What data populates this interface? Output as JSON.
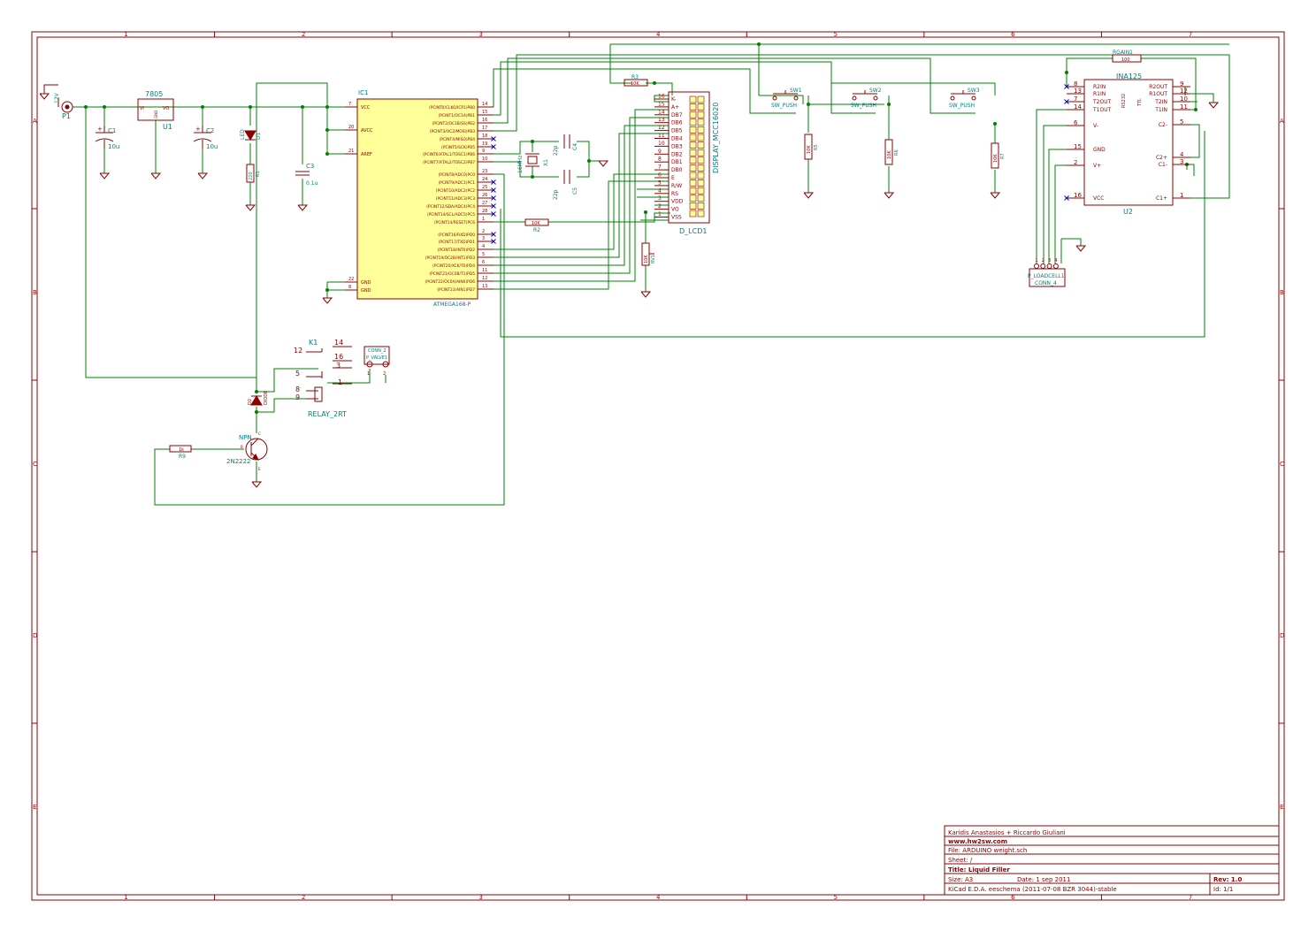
{
  "colors": {
    "frame": "#8b0000",
    "wire": "#008000",
    "component": "#8b0000",
    "component_fill": "#ffff99",
    "pin_text": "#8b0000",
    "ref_text": "#008080",
    "noconnect": "#0000cc"
  },
  "frame": {
    "columns": [
      "1",
      "2",
      "3",
      "4",
      "5",
      "6",
      "7"
    ],
    "rows": [
      "A",
      "B",
      "C",
      "D",
      "E"
    ]
  },
  "title_block": {
    "author": "Karidis Anastasios + Riccardo Giuliani",
    "website": "www.hw2sw.com",
    "file": "File: ARDUINO weight.sch",
    "sheet": "Sheet: /",
    "title": "Title: Liquid Filler",
    "size": "Size: A3",
    "date": "Date: 1 sep 2011",
    "rev": "Rev: 1.0",
    "tool": "KiCad E.D.A.  eeschema (2011-07-08 BZR 3044)-stable",
    "id": "Id: 1/1"
  },
  "components": {
    "p1": {
      "ref": "P1",
      "value": "12V"
    },
    "u1": {
      "ref": "U1",
      "value": "7805",
      "pin_vi": "VI",
      "pin_gnd": "GND",
      "pin_vo": "VO"
    },
    "c1": {
      "ref": "C1",
      "value": "10u"
    },
    "c2": {
      "ref": "C2",
      "value": "10u"
    },
    "d1": {
      "ref": "D1",
      "value": "LED"
    },
    "r1": {
      "ref": "R1",
      "value": "220"
    },
    "c3": {
      "ref": "C3",
      "value": "0.1u"
    },
    "ic1": {
      "ref": "IC1",
      "value": "ATMEGA168-P",
      "left_pins": [
        {
          "num": "7",
          "name": "VCC"
        },
        {
          "num": "20",
          "name": "AVCC"
        },
        {
          "num": "21",
          "name": "AREF"
        },
        {
          "num": "22",
          "name": "GND"
        },
        {
          "num": "8",
          "name": "GND"
        }
      ],
      "right_pins": [
        {
          "num": "14",
          "name": "(PCINT0/CLKO/ICP1)PB0"
        },
        {
          "num": "15",
          "name": "(PCINT1/OC1A)PB1"
        },
        {
          "num": "16",
          "name": "(PCINT2/OC1B/SS)PB2"
        },
        {
          "num": "17",
          "name": "(PCINT3/OC2/MOSI)PB3"
        },
        {
          "num": "18",
          "name": "(PCINT4/MISO)PB4"
        },
        {
          "num": "19",
          "name": "(PCINT5/SCK)PB5"
        },
        {
          "num": "9",
          "name": "(PCINT6/XTAL1/TOSC1)PB6"
        },
        {
          "num": "10",
          "name": "(PCINT7/XTAL2/TOSC2)PB7"
        },
        {
          "num": "23",
          "name": "(PCINT8/ADC0)PC0"
        },
        {
          "num": "24",
          "name": "(PCINT9/ADC1)PC1"
        },
        {
          "num": "25",
          "name": "(PCINT10/ADC2)PC2"
        },
        {
          "num": "26",
          "name": "(PCINT11/ADC3)PC3"
        },
        {
          "num": "27",
          "name": "(PCINT12/SDA/ADC4)PC4"
        },
        {
          "num": "28",
          "name": "(PCINT14/SCL/ADC5)PC5"
        },
        {
          "num": "1",
          "name": "(PCINT14/RESET)PC6"
        },
        {
          "num": "2",
          "name": "(PCINT16/RXD)PD0"
        },
        {
          "num": "3",
          "name": "(PCINT17/TXD)PD1"
        },
        {
          "num": "4",
          "name": "(PCINT18/INT0)PD2"
        },
        {
          "num": "5",
          "name": "(PCINT19/OC2B/INT1)PD3"
        },
        {
          "num": "6",
          "name": "(PCINT20/XCK/T0)PD4"
        },
        {
          "num": "11",
          "name": "(PCINT21/OC0B/T1)PD5"
        },
        {
          "num": "12",
          "name": "(PCINT22/OC0A/AIN0)PD6"
        },
        {
          "num": "13",
          "name": "(PCINT23/AIN1)PD7"
        }
      ]
    },
    "x1": {
      "ref": "X1",
      "value": "16MHz"
    },
    "c4": {
      "ref": "C4",
      "value": "22p"
    },
    "c5": {
      "ref": "C5",
      "value": "22p"
    },
    "r2": {
      "ref": "R2",
      "value": "10K"
    },
    "r3": {
      "ref": "R3",
      "value": "10K"
    },
    "lcd": {
      "ref": "D_LCD1",
      "value": "DISPLAY_MCC16020",
      "pins": [
        {
          "num": "16",
          "name": "K-"
        },
        {
          "num": "15",
          "name": "A+"
        },
        {
          "num": "14",
          "name": "DB7"
        },
        {
          "num": "13",
          "name": "DB6"
        },
        {
          "num": "12",
          "name": "DB5"
        },
        {
          "num": "11",
          "name": "DB4"
        },
        {
          "num": "10",
          "name": "DB3"
        },
        {
          "num": "9",
          "name": "DB2"
        },
        {
          "num": "8",
          "name": "DB1"
        },
        {
          "num": "7",
          "name": "DB0"
        },
        {
          "num": "6",
          "name": "E"
        },
        {
          "num": "5",
          "name": "R/W"
        },
        {
          "num": "4",
          "name": "RS"
        },
        {
          "num": "3",
          "name": "VDD"
        },
        {
          "num": "2",
          "name": "VO"
        },
        {
          "num": "1",
          "name": "VSS"
        }
      ]
    },
    "rv1": {
      "ref": "RV1",
      "value": "10K"
    },
    "sw1": {
      "ref": "SW1",
      "value": "SW_PUSH"
    },
    "sw2": {
      "ref": "SW2",
      "value": "SW_PUSH"
    },
    "sw3": {
      "ref": "SW3",
      "value": "SW_PUSH"
    },
    "r5": {
      "ref": "R5",
      "value": "10K"
    },
    "r6": {
      "ref": "R6",
      "value": "10K"
    },
    "r7": {
      "ref": "R7",
      "value": "10K"
    },
    "u2": {
      "ref": "U2",
      "value": "INA125",
      "inner1": "RS232",
      "inner2": "TTL",
      "left_pins": [
        {
          "num": "8",
          "name": "R2IN"
        },
        {
          "num": "13",
          "name": "R1IN"
        },
        {
          "num": "7",
          "name": "T2OUT"
        },
        {
          "num": "14",
          "name": "T1OUT"
        },
        {
          "num": "6",
          "name": "V-"
        },
        {
          "num": "15",
          "name": "GND"
        },
        {
          "num": "2",
          "name": "V+"
        },
        {
          "num": "16",
          "name": "VCC"
        }
      ],
      "right_pins": [
        {
          "num": "9",
          "name": "R2OUT"
        },
        {
          "num": "12",
          "name": "R1OUT"
        },
        {
          "num": "10",
          "name": "T2IN"
        },
        {
          "num": "11",
          "name": "T1IN"
        },
        {
          "num": "5",
          "name": "C2-"
        },
        {
          "num": "4",
          "name": "C2+"
        },
        {
          "num": "3",
          "name": "C1-"
        },
        {
          "num": "1",
          "name": "C1+"
        }
      ]
    },
    "rgain": {
      "ref": "RGAIN1",
      "value": "100"
    },
    "loadcell": {
      "ref": "P_LOADCELL1",
      "value": "CONN_4",
      "pins": [
        "1",
        "2",
        "3",
        "4"
      ]
    },
    "k1": {
      "ref": "K1",
      "value": "RELAY_2RT",
      "pins": [
        "14",
        "12",
        "16",
        "3",
        "5",
        "1",
        "8",
        "9"
      ]
    },
    "pvalve": {
      "ref": "P_VALVE1",
      "value": "CONN_2",
      "pins": [
        "1",
        "2"
      ]
    },
    "d2": {
      "ref": "D2",
      "value": "DIODE"
    },
    "q1": {
      "ref": "2N2222",
      "value": "NPN",
      "pins": [
        "E",
        "B",
        "C"
      ]
    },
    "r9": {
      "ref": "R9",
      "value": "1k"
    }
  }
}
